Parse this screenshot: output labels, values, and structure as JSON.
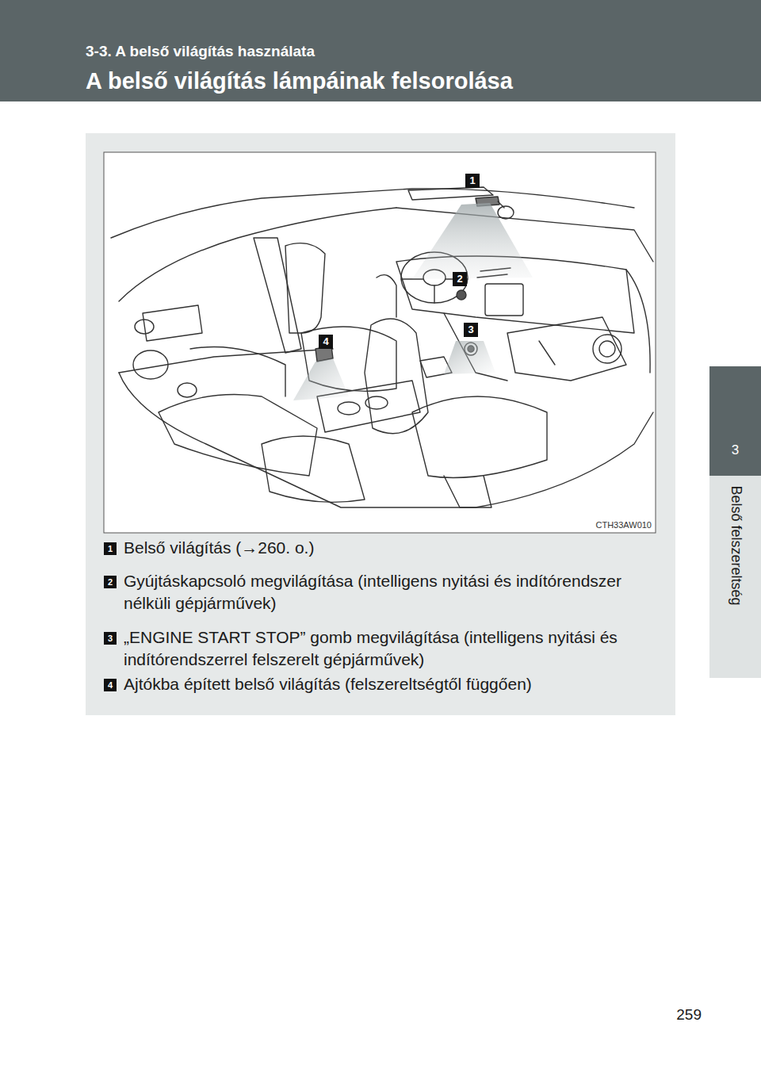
{
  "diagram": {
    "title": "A belső világítás lámpáinak felsorolása",
    "nodes": [
      {
        "text": [
          "3"
        ]
      },
      {
        "text": [
          "Belső felszereltség"
        ]
      }
    ],
    "labels": [
      "3-3. A belső világítás használata",
      "1",
      "2",
      "3",
      "4",
      "CTH33AW010",
      "1",
      "Belső világítás (→260. o.)",
      "2",
      "Gyújtáskapcsoló megvilágítása (intelligens nyitási és indítórendszer nélküli gépjárművek)",
      "3",
      "„ENGINE START STOP” gomb megvilágítása (intelligens nyitási és indítórendszerrel felszerelt gépjárművek)",
      "4",
      "Ajtókba épített belső világítás (felszereltségtől függően)",
      "259"
    ]
  }
}
